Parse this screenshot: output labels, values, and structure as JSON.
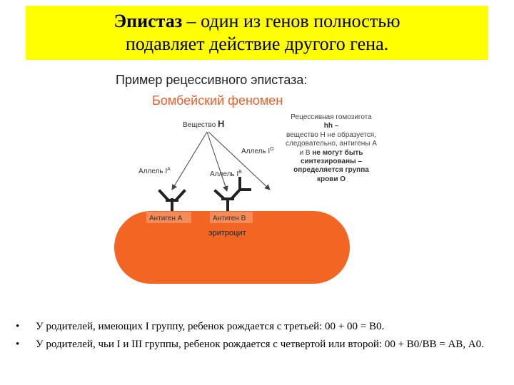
{
  "header": {
    "line1_bold": "Эпистаз",
    "line1_rest": " – один из генов полностью",
    "line2": "подавляет действие другого гена."
  },
  "diagram": {
    "title": "Пример рецессивного эпистаза:",
    "subtitle": "Бомбейский феномен",
    "substance_label": "Вещество",
    "substance_letter": "H",
    "allele_a_label": "Аллель I",
    "allele_a_sup": "A",
    "allele_b_label": "Аллель I",
    "allele_b_sup": "B",
    "allele_o_label": "Аллель I",
    "allele_o_sup": "O",
    "antigen_a": "Антиген А",
    "antigen_b": "Антиген В",
    "cell_label": "эритроцит",
    "note_pre": "Рецессивная гомозигота",
    "note_bold1": "hh –",
    "note_mid": "вещество Н не образуется, следовательно, антигены А и В",
    "note_bold2": "не могут быть синтезированы – определяется группа крови О",
    "colors": {
      "title_background": "#ffff00",
      "subtitle": "#e8602c",
      "cell_fill": "#f26522"
    }
  },
  "bullets": [
    "У родителей, имеющих I группу, ребенок рождается с третьей: 00 + 00 = В0.",
    "У родителей, чьи I и III группы, ребенок рождается с четвертой или второй: 00 + В0/ВВ = АВ, А0."
  ]
}
